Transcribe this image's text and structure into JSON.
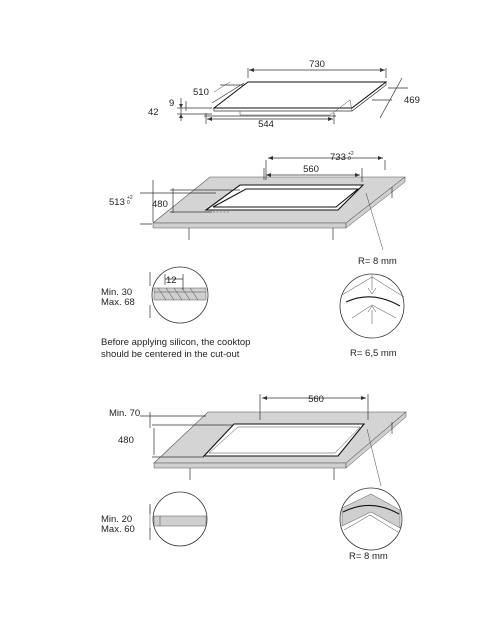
{
  "diagram": {
    "cooktop": {
      "width": "730",
      "depth": "510",
      "side_depth": "469",
      "front_width": "544",
      "height_total": "42",
      "height_glass": "9"
    },
    "cutout_1": {
      "outer_width": "733",
      "outer_width_tol_top": "+2",
      "outer_width_tol_bottom": "0",
      "inner_width": "560",
      "outer_depth": "513",
      "outer_depth_tol_top": "+2",
      "outer_depth_tol_bottom": "0",
      "inner_depth": "480",
      "corner_radius_top": "R= 8 mm",
      "corner_radius_bottom": "R= 6,5 mm",
      "min_thickness": "Min. 30",
      "max_thickness": "Max. 68",
      "step_width": "12",
      "note_line1": "Before applying silicon, the cooktop",
      "note_line2": "should be centered in the cut-out"
    },
    "cutout_2": {
      "inner_width": "560",
      "min_edge": "Min. 70",
      "inner_depth": "480",
      "min_thickness": "Min. 20",
      "max_thickness": "Max. 60",
      "corner_radius": "R= 8 mm"
    }
  }
}
